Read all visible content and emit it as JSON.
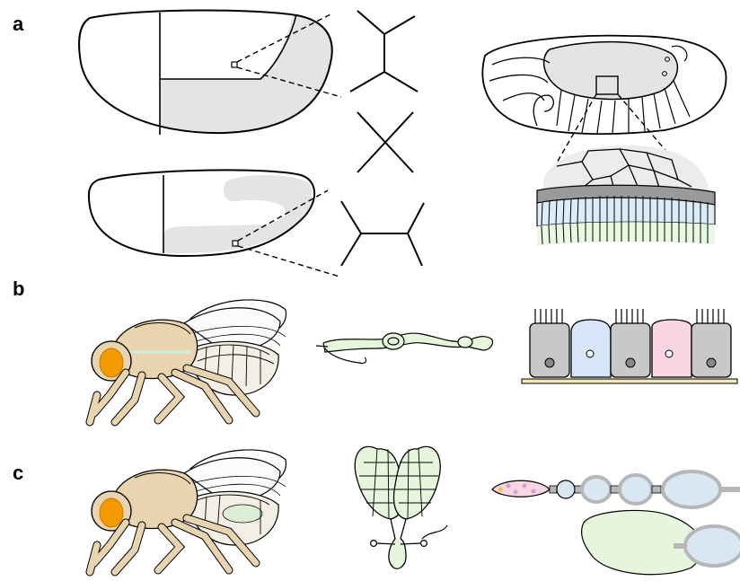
{
  "panels": [
    {
      "label": "a"
    },
    {
      "label": "b"
    },
    {
      "label": "c"
    }
  ],
  "colors": {
    "stroke": "#000000",
    "region_fill": "#e4e4e4",
    "fly_body": "#e8d5b0",
    "fly_body_dark": "#cdb48a",
    "fly_eye": "#f39a00",
    "fly_eye_ring": "#f6d7a0",
    "gut_green": "#e6f6dc",
    "cell_grey": "#c8c8c8",
    "cell_blue": "#d6e6f8",
    "cell_pink": "#f9d6e2",
    "basement": "#f2e6b4",
    "cell_wall_blue": "#dcebf8",
    "ovary_grey": "#b7b7b7",
    "oocyte_blue": "#d9e7f4"
  },
  "icons": {
    "embryo": "embryo-outline",
    "junction": "cell-junction-lines",
    "fly": "drosophila",
    "gut": "midgut",
    "epithelium": "intestinal-epithelium",
    "ovary": "ovary",
    "ovariole": "egg-chamber-string"
  }
}
